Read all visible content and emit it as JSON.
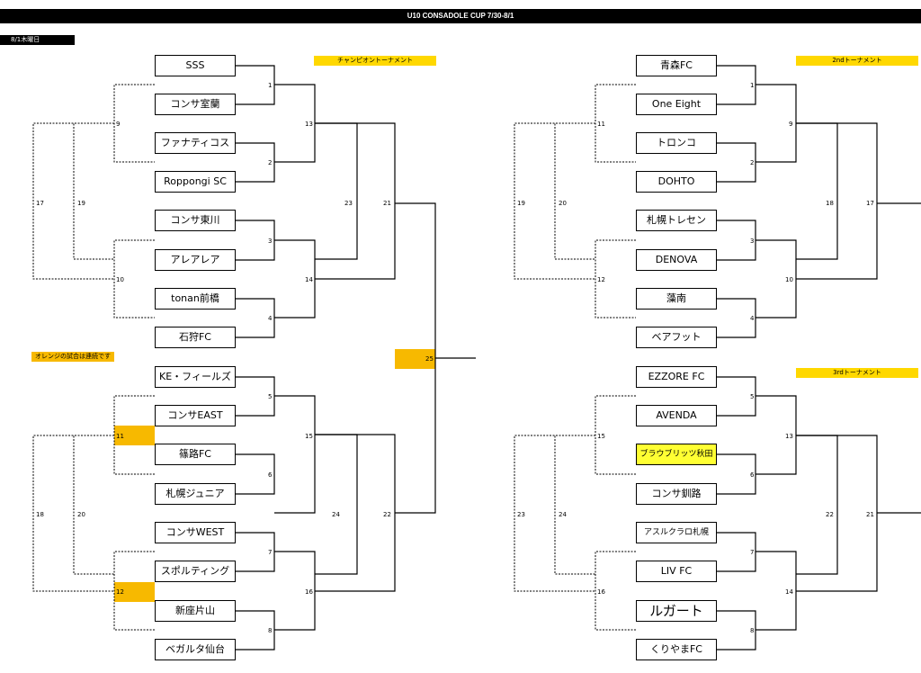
{
  "header": {
    "title": "U10 CONSADOLE CUP 7/30-8/1",
    "date": "8/1木曜日"
  },
  "notes": {
    "championship": "チャンピオントーナメント",
    "second": "2ndトーナメント",
    "third": "3rdトーナメント",
    "orange_note": "オレンジの試合は連続です"
  },
  "teams": {
    "champ": [
      "SSS",
      "コンサ室蘭",
      "ファナティコス",
      "Roppongi SC",
      "コンサ東川",
      "アレアレア",
      "tonan前橋",
      "石狩FC",
      "KE・フィールズ",
      "コンサEAST",
      "篠路FC",
      "札幌ジュニア",
      "コンサWEST",
      "スポルティング",
      "新座片山",
      "ベガルタ仙台"
    ],
    "second": [
      "青森FC",
      "One Eight",
      "トロンコ",
      "DOHTO",
      "札幌トレセン",
      "DENOVA",
      "藻南",
      "ベアフット"
    ],
    "third": [
      "EZZORE FC",
      "AVENDA",
      "ブラウブリッツ秋田",
      "コンサ釧路",
      "アスルクラロ札幌",
      "LIV FC",
      "ルガート",
      "くりやまFC"
    ]
  },
  "match_numbers": {
    "left": {
      "r1": [
        "1",
        "2",
        "3",
        "4",
        "5",
        "6",
        "7",
        "8"
      ],
      "r2": [
        "13",
        "14",
        "15",
        "16"
      ],
      "r3": [
        "23",
        "24"
      ],
      "r4": [
        "21",
        "22"
      ],
      "final": "25",
      "lower": [
        "9",
        "10",
        "11",
        "12"
      ],
      "lower2": [
        "19",
        "20"
      ],
      "lower3": [
        "17",
        "18"
      ]
    },
    "right": {
      "top_r1": [
        "1",
        "2",
        "3",
        "4"
      ],
      "top_r2": [
        "9",
        "10"
      ],
      "top_r3": "18",
      "top_r4": "17",
      "top_lower": [
        "11",
        "12"
      ],
      "top_lower2": "20",
      "top_lower3": "19",
      "bot_r1": [
        "5",
        "6",
        "7",
        "8"
      ],
      "bot_r2": [
        "13",
        "14"
      ],
      "bot_r3": "22",
      "bot_r4": "21",
      "bot_lower": [
        "15",
        "16"
      ],
      "bot_lower2": "24",
      "bot_lower3": "23"
    }
  },
  "colors": {
    "highlight_orange": "#f7b900",
    "highlight_yellow": "#ffd800",
    "team_highlight": "#ffff33"
  }
}
